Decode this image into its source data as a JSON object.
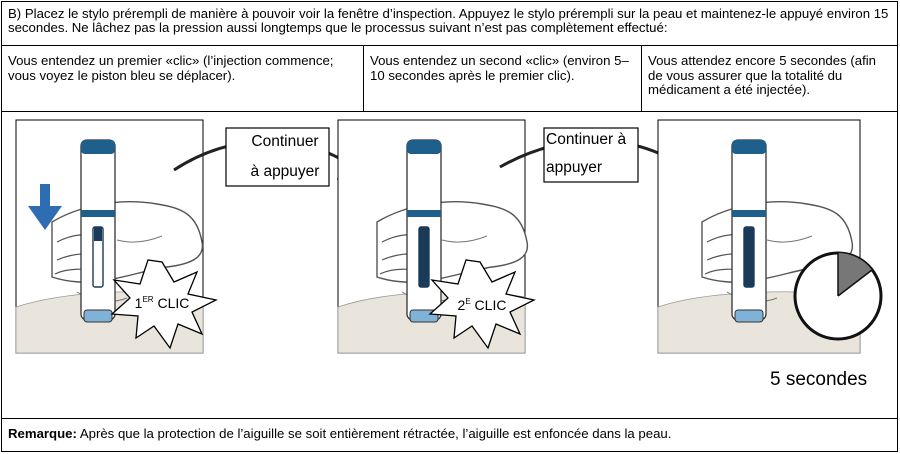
{
  "step": {
    "instruction": "B) Placez le stylo prérempli de manière à pouvoir voir la fenêtre d’inspection. Appuyez le stylo prérempli sur la peau et maintenez-le appuyé environ 15 secondes. Ne lâchez pas la pression aussi longtemps que le processus suivant n’est pas complètement effectué:"
  },
  "columns": [
    {
      "text": "Vous entendez un premier «clic» (l’injection commence; vous voyez le piston bleu se déplacer)."
    },
    {
      "text": "Vous entendez un second «clic» (environ 5–10 secondes après le premier clic)."
    },
    {
      "text": "Vous attendez encore 5 secondes (afin de vous assurer que la totalité du médicament a été injectée)."
    }
  ],
  "illustration": {
    "arrow1_line1": "Continuer",
    "arrow1_line2": "à appuyer",
    "arrow2_line1": "Continuer à",
    "arrow2_line2": "appuyer",
    "click1_num": "1",
    "click1_sup": "ER",
    "click1_word": " CLIC",
    "click2_num": "2",
    "click2_sup": "E",
    "click2_word": " CLIC",
    "timer_label": "5 secondes"
  },
  "note": {
    "label": "Remarque:",
    "text": " Après que la protection de l’aiguille se soit entièrement rétractée, l’aiguille est enfoncée dans la peau."
  },
  "colors": {
    "pen_blue": "#1f5f8b",
    "window_blue": "#1b3a57",
    "down_arrow": "#2f6db3",
    "skin_fill": "#e9e4dc"
  }
}
